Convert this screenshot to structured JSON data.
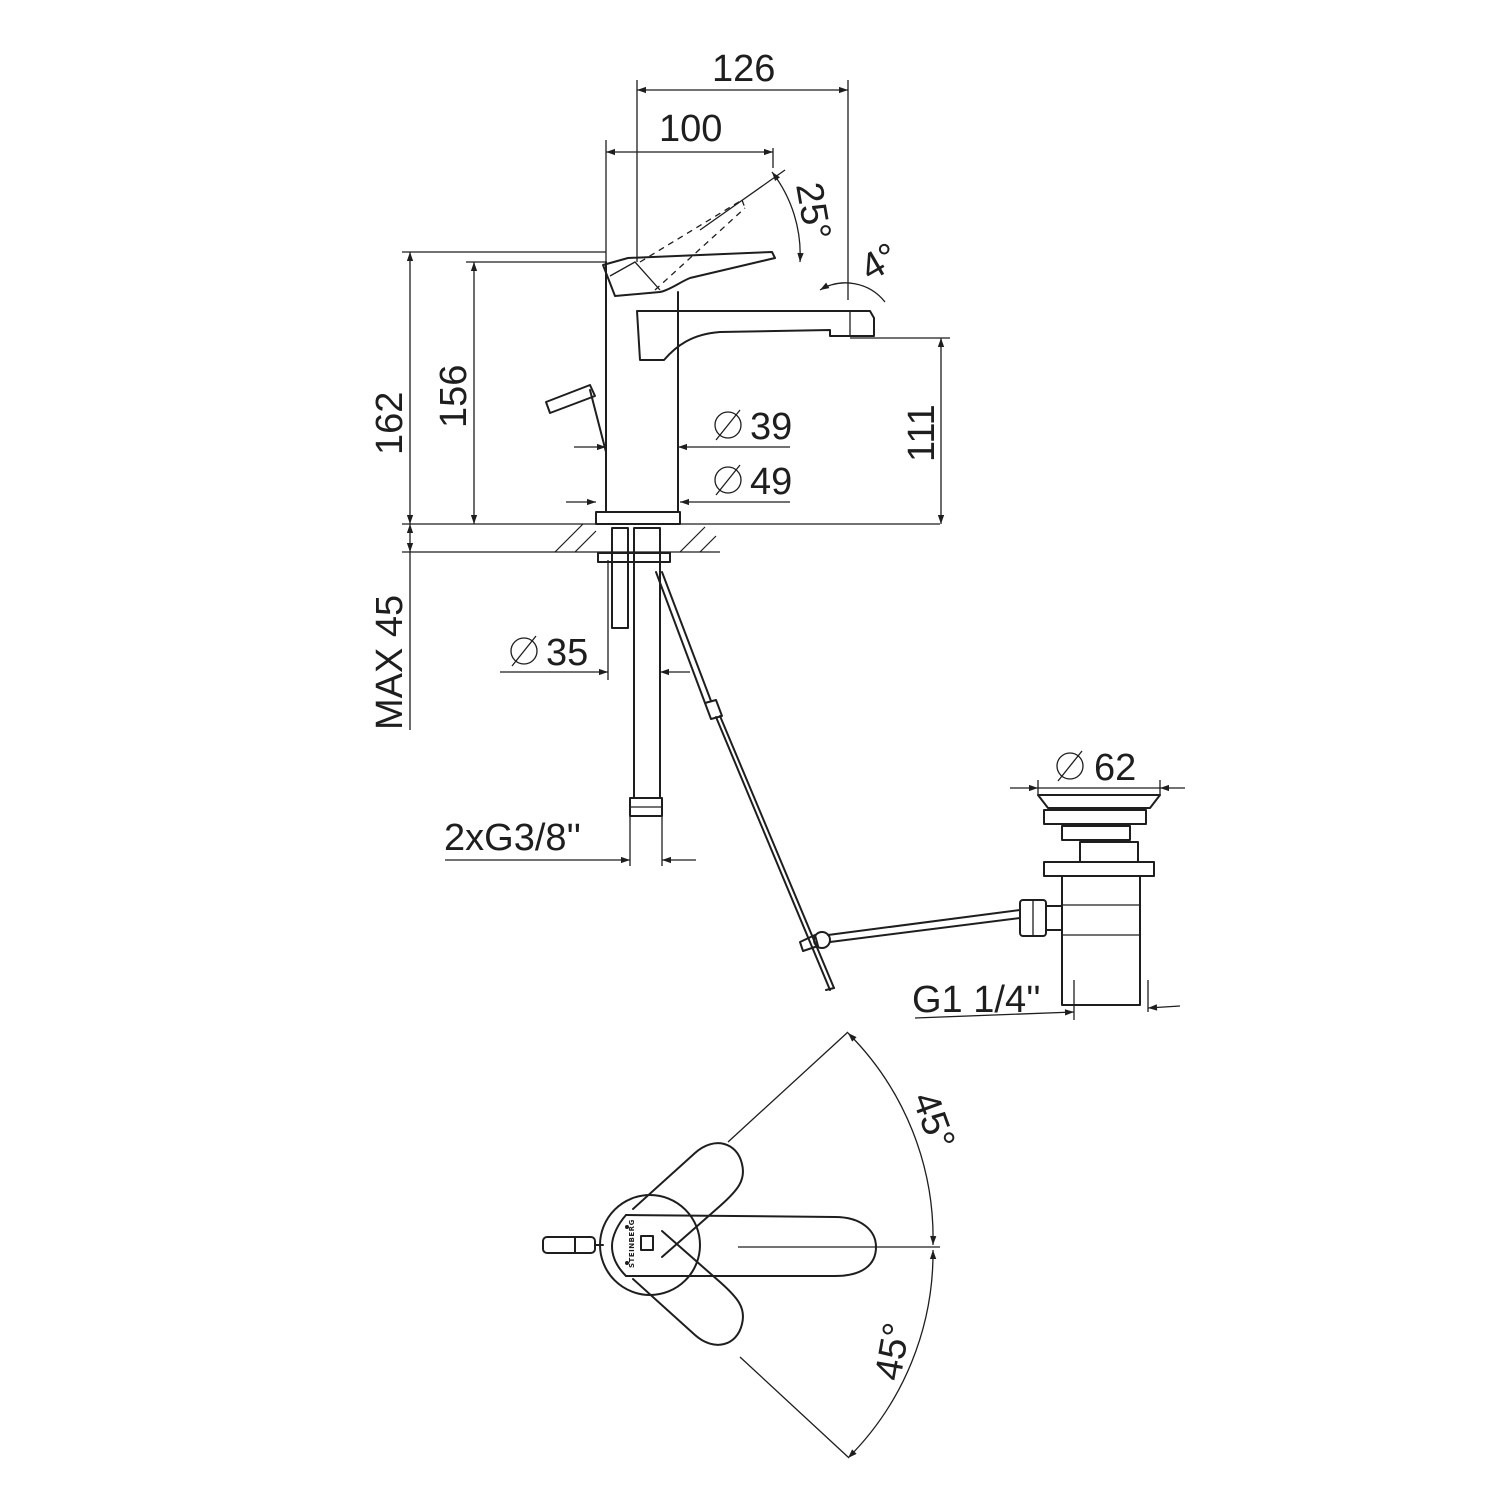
{
  "dimensions": {
    "width_126": "126",
    "width_100": "100",
    "angle_25": "25°",
    "angle_4": "4°",
    "height_162": "162",
    "height_156": "156",
    "height_111": "111",
    "dia_39": "39",
    "dia_49": "49",
    "dia_35": "35",
    "dia_62": "62",
    "max_45": "MAX 45",
    "thread_hoses": "2xG3/8''",
    "thread_waste": "G1 1/4''",
    "angle_top_45": "45°",
    "angle_bottom_45": "45°"
  },
  "brand": {
    "name": "STEINBERG"
  },
  "icons": {
    "diameter": "diameter-symbol-icon",
    "arrow": "dimension-arrow-icon",
    "logo": "brand-logo-icon"
  },
  "colors": {
    "line": "#1e1e1e",
    "background": "#ffffff"
  }
}
